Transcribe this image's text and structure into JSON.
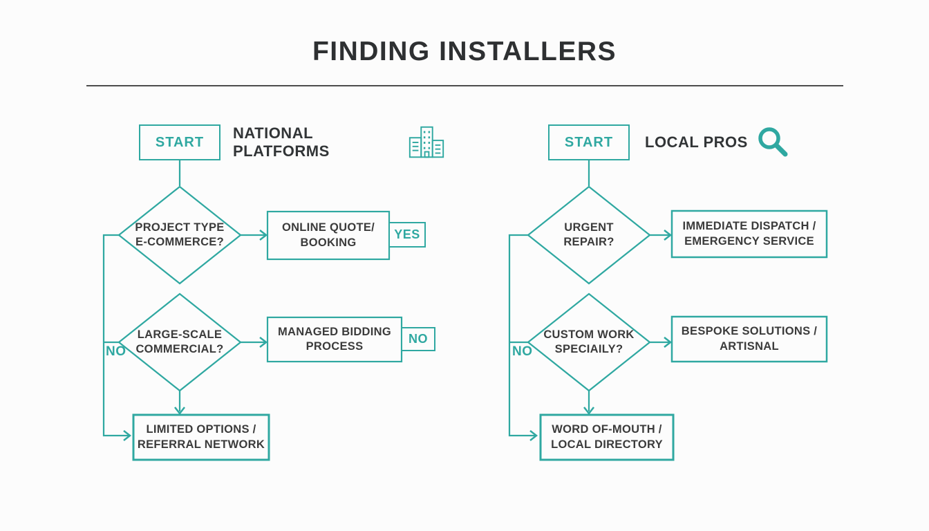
{
  "title": "FINDING INSTALLERS",
  "colors": {
    "accent_teal": "#2FA8A1",
    "text_dark": "#3B3B3B",
    "title": "#2E3032",
    "rule": "#4C4C4C",
    "background": "#FCFCFC"
  },
  "flowcharts": [
    {
      "name": "national-platforms",
      "start": "START",
      "heading": "NATIONAL PLATFORMS",
      "icon": "buildings-icon",
      "decision1": "PROJECT TYPE\nE-COMMERCE?",
      "outcome1": "ONLINE QUOTE/\nBOOKING",
      "outcome1_tag": "YES",
      "decision2": "LARGE-SCALE\nCOMMERCIAL?",
      "outcome2": "MANAGED BIDDING\nPROCESS",
      "outcome2_tag": "NO",
      "no_label": "NO",
      "fallback": "LIMITED OPTIONS /\nREFERRAL NETWORK"
    },
    {
      "name": "local-pros",
      "start": "START",
      "heading": "LOCAL PROS",
      "icon": "search-icon",
      "decision1": "URGENT\nREPAIR?",
      "outcome1": "IMMEDIATE DISPATCH /\nEMERGENCY SERVICE",
      "decision2": "CUSTOM WORK\nSPECIAILY?",
      "outcome2": "BESPOKE SOLUTIONS /\nARTISNAL",
      "no_label": "NO",
      "fallback": "WORD OF-MOUTH /\nLOCAL DIRECTORY"
    }
  ]
}
